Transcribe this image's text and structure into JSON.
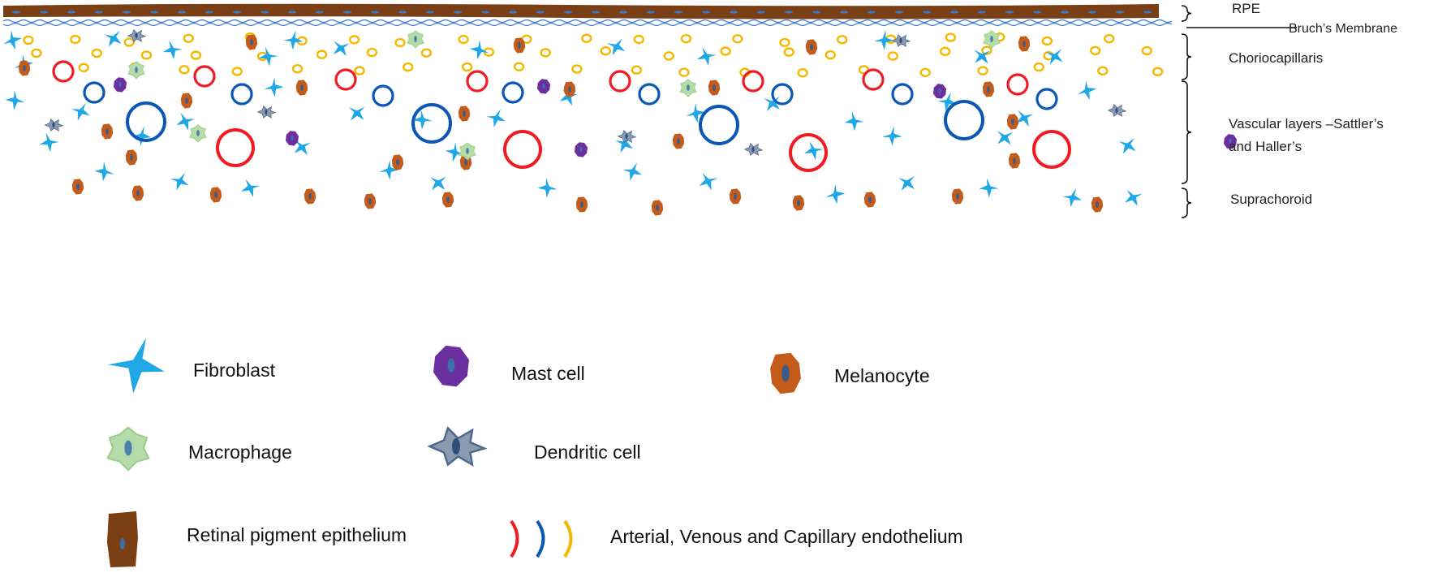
{
  "layers": {
    "rpe": "RPE",
    "bruchs": "Bruch’s Membrane",
    "choriocapillaris": "Choriocapillaris",
    "vascular": "Vascular layers –Sattler’s and Haller’s",
    "vascular_line1": "Vascular layers –Sattler’s",
    "vascular_line2": "and Haller’s",
    "suprachoroid": "Suprachoroid"
  },
  "legend": {
    "fibroblast": "Fibroblast",
    "mast_cell": "Mast cell",
    "melanocyte": "Melanocyte",
    "macrophage": "Macrophage",
    "dendritic_cell": "Dendritic cell",
    "rpe": "Retinal pigment epithelium",
    "endothelium": "Arterial, Venous and Capillary endothelium"
  },
  "icons": {
    "fibroblast": "fibroblast-icon",
    "mast_cell": "mast-cell-icon",
    "melanocyte": "melanocyte-icon",
    "macrophage": "macrophage-icon",
    "dendritic_cell": "dendritic-cell-icon",
    "rpe": "rpe-cell-icon",
    "endothelium": "endothelium-icon"
  },
  "colors": {
    "rpe": "#7a3f14",
    "fibroblast": "#1fa7e6",
    "mast_cell": "#6b2fa0",
    "melanocyte": "#c35b1b",
    "macrophage": "#b5dca8",
    "dendritic_cell": "#8a9bb0",
    "artery": "#ee1c24",
    "vein": "#0a57b5",
    "capillary": "#f5b800",
    "membrane": "#3a78c8"
  }
}
